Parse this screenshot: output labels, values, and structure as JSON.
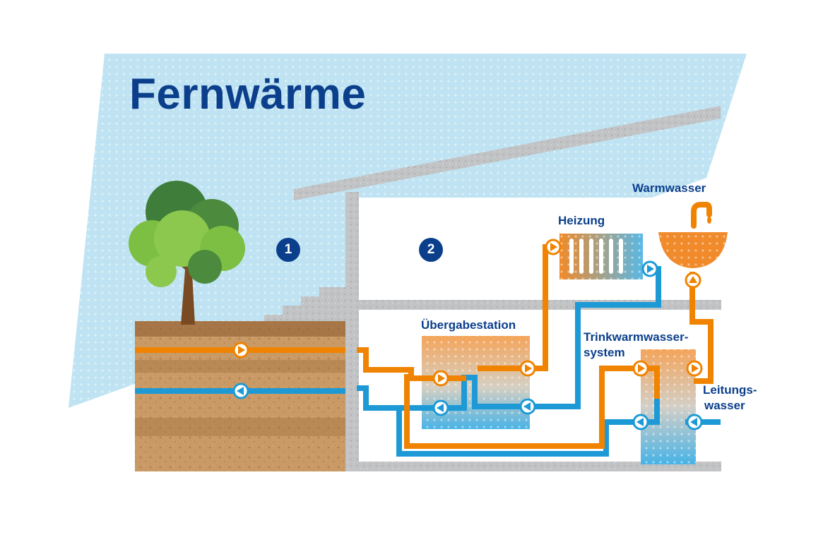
{
  "title": "Fernwärme",
  "markers": [
    "1",
    "2"
  ],
  "labels": {
    "warmwasser": "Warmwasser",
    "heizung": "Heizung",
    "uebergabestation": "Übergabestation",
    "trinkwarmwasser_line1": "Trinkwarmwasser-",
    "trinkwarmwasser_line2": "system",
    "leitungswasser_line1": "Leitungs-",
    "leitungswasser_line2": "wasser"
  },
  "colors": {
    "title": "#0b3f8c",
    "sky": "#bfe3f2",
    "concrete": "#c2c3c5",
    "soil": "#c99a65",
    "supply_pipe": "#f08300",
    "return_pipe": "#1d9ad6",
    "tree_foliage": "#7cbf43",
    "tree_trunk": "#7a4a22"
  }
}
